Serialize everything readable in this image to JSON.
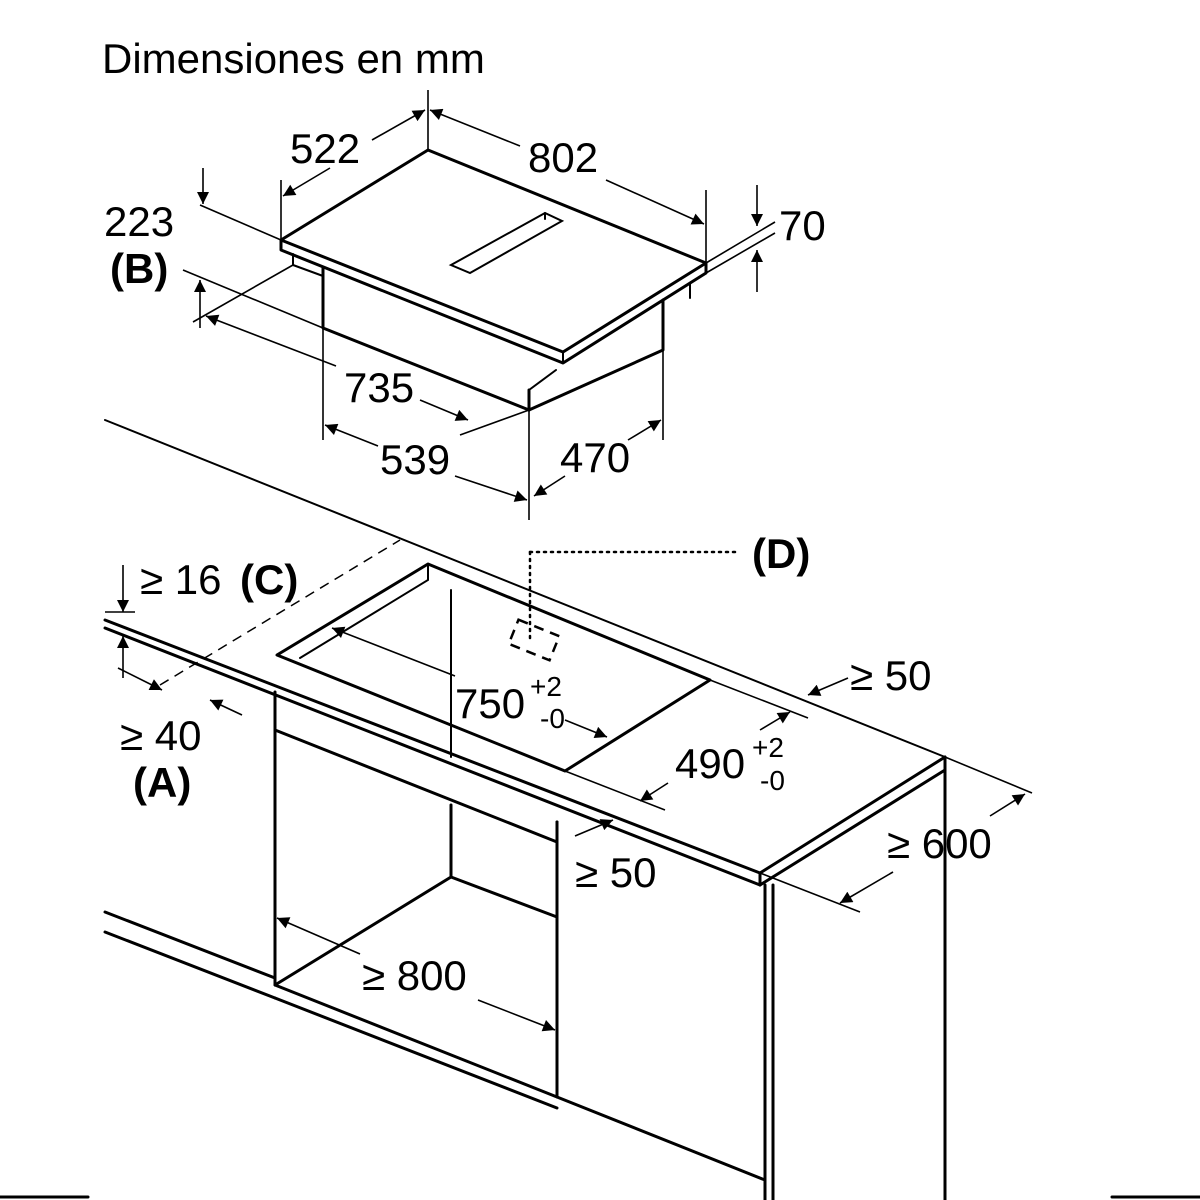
{
  "title": "Dimensiones en mm",
  "appliance": {
    "width": "802",
    "depth": "522",
    "height": "70",
    "box_width": "735",
    "box_depth": "470",
    "box_front": "539",
    "clearance_b": "223",
    "label_b": "(B)"
  },
  "cutout": {
    "length": "750",
    "length_tol_plus": "+2",
    "length_tol_minus": "-0",
    "depth": "490",
    "depth_tol_plus": "+2",
    "depth_tol_minus": "-0",
    "front_margin": "≥ 50",
    "rear_margin": "≥ 50",
    "counter_depth": "≥ 600",
    "inner_width": "≥ 800",
    "counter_thickness": "≥ 16",
    "label_c": "(C)",
    "front_gap": "≥ 40",
    "label_a": "(A)",
    "label_d": "(D)"
  }
}
